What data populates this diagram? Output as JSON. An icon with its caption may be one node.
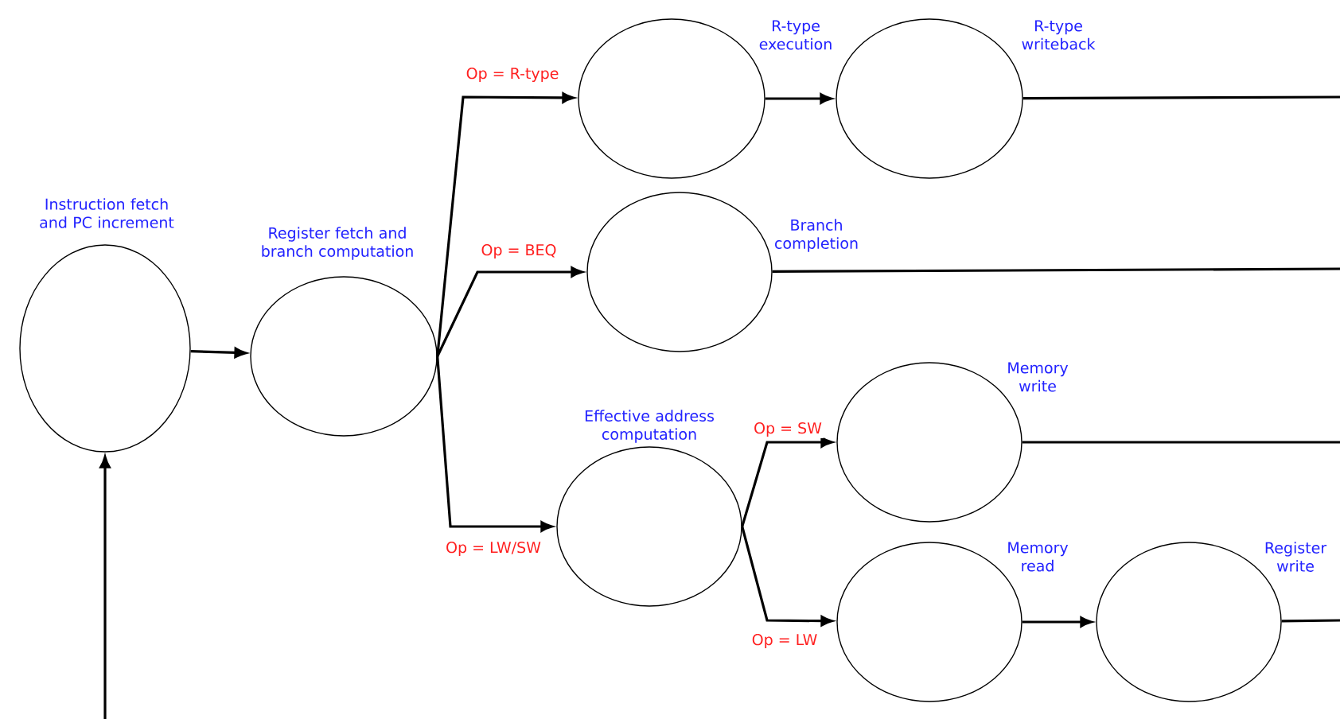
{
  "diagram": {
    "nodes": [
      {
        "text": [
          "Instruction fetch and PC increment"
        ]
      },
      {
        "text": [
          "Register fetch and branch computation"
        ]
      },
      {
        "text": [
          "R-type execution"
        ]
      },
      {
        "text": [
          "R-type writeback"
        ]
      },
      {
        "text": [
          "Branch completion"
        ]
      },
      {
        "text": [
          "Effective address computation"
        ]
      },
      {
        "text": [
          "Memory write"
        ]
      },
      {
        "text": [
          "Memory read"
        ]
      },
      {
        "text": [
          "Register write"
        ]
      }
    ],
    "edges": [
      {
        "from": null,
        "to": 0,
        "arrow": "to"
      },
      {
        "from": 0,
        "to": 1,
        "arrow": "to"
      },
      {
        "from": 1,
        "to": 2,
        "arrow": "to",
        "label": "Op = R-type"
      },
      {
        "from": 1,
        "to": 4,
        "arrow": "to",
        "label": "Op = BEQ"
      },
      {
        "from": 1,
        "to": 5,
        "arrow": "to",
        "label": "Op = LW/SW"
      },
      {
        "from": 2,
        "to": 3,
        "arrow": "to"
      },
      {
        "from": 3,
        "to": null,
        "arrow": "none"
      },
      {
        "from": 4,
        "to": null,
        "arrow": "none"
      },
      {
        "from": 5,
        "to": 6,
        "arrow": "to",
        "label": "Op = SW"
      },
      {
        "from": 5,
        "to": 7,
        "arrow": "to",
        "label": "Op = LW"
      },
      {
        "from": 6,
        "to": null,
        "arrow": "none"
      },
      {
        "from": 7,
        "to": 8,
        "arrow": "to"
      },
      {
        "from": 8,
        "to": null,
        "arrow": "none"
      }
    ]
  }
}
